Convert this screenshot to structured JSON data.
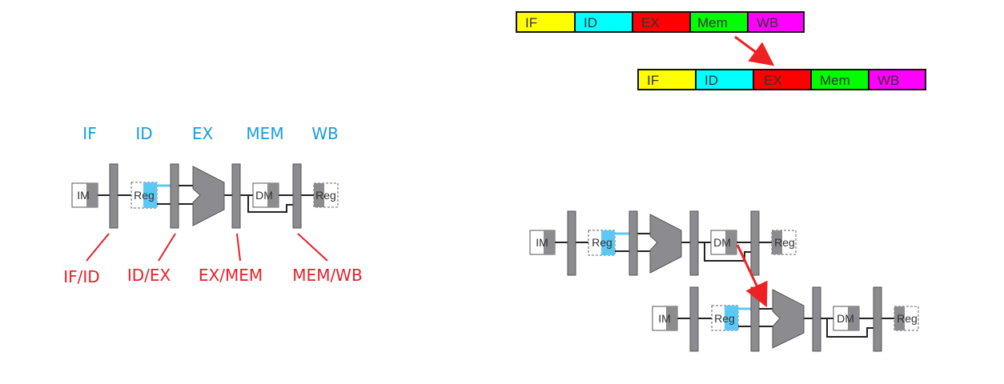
{
  "colors": {
    "stage_label": "#1a9be0",
    "pipeline_register_label": "#e8202a",
    "arrow": "#ee2222",
    "register_bar": "#8c8c90",
    "block_fill": "#8c8c90",
    "highlight": "#5bc8f5",
    "wire": "#222222"
  },
  "pipeline_diagram": {
    "stage_labels": [
      "IF",
      "ID",
      "EX",
      "MEM",
      "WB"
    ],
    "pipeline_register_labels": [
      "IF/ID",
      "ID/EX",
      "EX/MEM",
      "MEM/WB"
    ],
    "unit_labels": {
      "instruction_memory": "IM",
      "register_file": "Reg",
      "data_memory": "DM",
      "register_writeback": "Reg"
    }
  },
  "timing_rows": [
    {
      "stages": [
        {
          "label": "IF",
          "color": "#ffff00"
        },
        {
          "label": "ID",
          "color": "#00ffff"
        },
        {
          "label": "EX",
          "color": "#ff0000"
        },
        {
          "label": "Mem",
          "color": "#00ff00"
        },
        {
          "label": "WB",
          "color": "#ff00ff"
        }
      ]
    },
    {
      "stages": [
        {
          "label": "IF",
          "color": "#ffff00"
        },
        {
          "label": "ID",
          "color": "#00ffff"
        },
        {
          "label": "EX",
          "color": "#ff0000"
        },
        {
          "label": "Mem",
          "color": "#00ff00"
        },
        {
          "label": "WB",
          "color": "#ff00ff"
        }
      ]
    }
  ],
  "forwarding_diagram": {
    "units": [
      "IM",
      "Reg",
      "DM",
      "Reg"
    ]
  }
}
